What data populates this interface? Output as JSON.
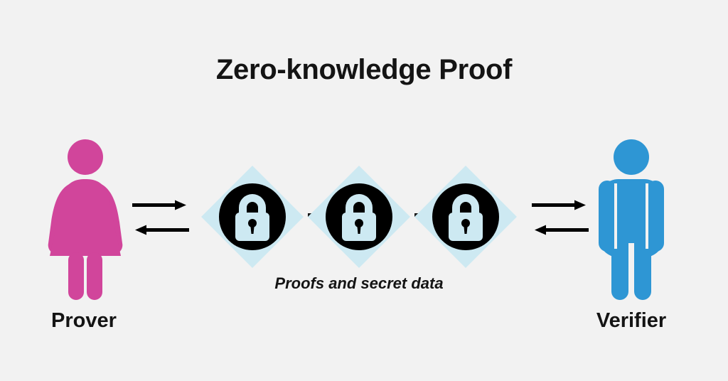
{
  "diagram": {
    "title": "Zero-knowledge Proof",
    "background_color": "#f2f2f2",
    "text_color": "#141414"
  },
  "actors": {
    "prover": {
      "label": "Prover",
      "icon": "female-person-icon",
      "color": "#d1459b"
    },
    "verifier": {
      "label": "Verifier",
      "icon": "male-person-icon",
      "color": "#2e96d4"
    }
  },
  "chain": {
    "caption": "Proofs and secret data",
    "diamond_color": "#cde9f2",
    "lock_circle_color": "#000000",
    "lock_glyph_color": "#cde9f2",
    "connector_color": "#141414",
    "nodes": [
      {
        "icon": "lock-icon",
        "name": "lock-node-1"
      },
      {
        "icon": "lock-icon",
        "name": "lock-node-2"
      },
      {
        "icon": "lock-icon",
        "name": "lock-node-3"
      }
    ],
    "connectors": [
      {
        "name": "chain-connector-1"
      },
      {
        "name": "chain-connector-2"
      }
    ]
  },
  "arrows": {
    "color": "#000000",
    "prover_side": [
      {
        "direction": "right",
        "name": "prover-arrow-outgoing"
      },
      {
        "direction": "left",
        "name": "prover-arrow-incoming"
      }
    ],
    "verifier_side": [
      {
        "direction": "right",
        "name": "verifier-arrow-outgoing"
      },
      {
        "direction": "left",
        "name": "verifier-arrow-incoming"
      }
    ]
  }
}
